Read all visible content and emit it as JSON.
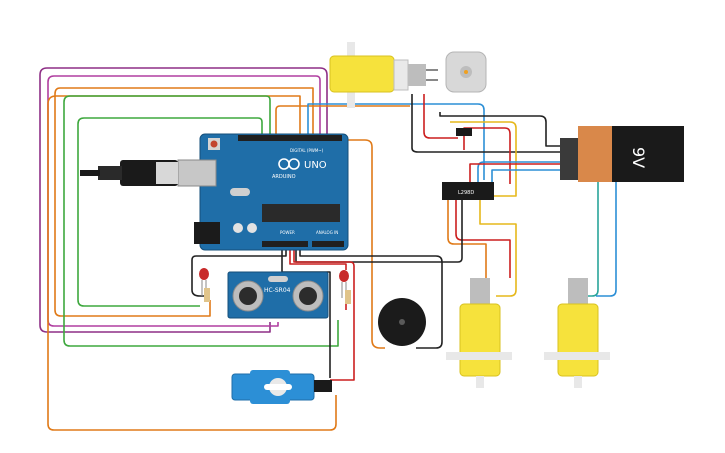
{
  "arduino": {
    "brand": "UNO",
    "logo_text": "ARDUINO",
    "digital_label": "DIGITAL (PWM~)",
    "power_label": "POWER",
    "analog_label": "ANALOG IN"
  },
  "sensor": {
    "label": "HC-SR04"
  },
  "driver": {
    "label": "L298D"
  },
  "battery": {
    "label": "9V"
  },
  "colors": {
    "board": "#1f6ea8",
    "motor_yellow": "#f6e23c",
    "battery_orange": "#d9884a",
    "wire_purple": "#8e2f86",
    "wire_orange": "#e07a18",
    "wire_green": "#3ea83e",
    "wire_red": "#cc1f1f",
    "wire_black": "#222222",
    "wire_blue": "#2c8fd6",
    "wire_yellow": "#e6b81c"
  }
}
